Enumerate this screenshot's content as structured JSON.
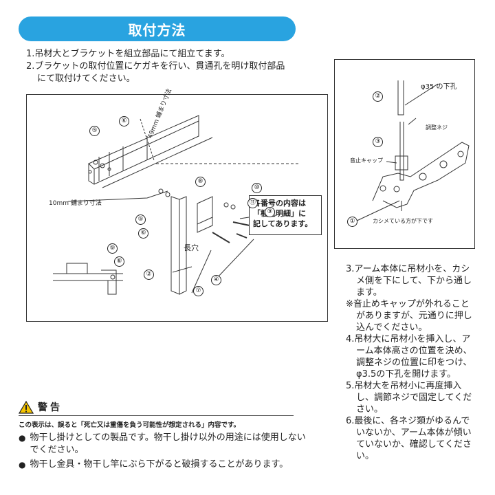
{
  "title": "取付方法",
  "intro": {
    "line1": "1.吊材大とブラケットを組立部品にて組立てます。",
    "line2a": "2.ブラケットの取付位置にケガキを行い、貫通孔を明け取付部品",
    "line2b": "にて取付けてください。"
  },
  "note": {
    "line1": "各番号の内容は",
    "line2": "「梱包明細」に",
    "line3": "記してあります。"
  },
  "left_diagram": {
    "dim_49": "49mm 鋪まり寸法",
    "dim_10": "10mm 鋪まり寸法",
    "slot_label": "長穴",
    "nums": [
      "⑤",
      "⑥",
      "⑧",
      "⑩",
      "⑪",
      "⑨",
      "⑤",
      "⑥",
      "②",
      "⑦",
      "④",
      "⑨",
      "⑧"
    ]
  },
  "right_diagram": {
    "hole_label": "φ35 の下孔",
    "screw_label": "調整ネジ",
    "cap_label": "音止キャップ",
    "bottom_label": "カシメている方が下です",
    "nums": [
      "②",
      "③",
      "①"
    ]
  },
  "steps_right": [
    "3.アーム本体に吊材小を、カシメ側を下にして、下から通します。",
    "※音止めキャップが外れることがありますが、元通りに押し込んでください。",
    "4.吊材大に吊材小を挿入し、アーム本体高さの位置を決め、調整ネジの位置に印をつけ、φ3.5の下孔を開けます。",
    "5.吊材大を吊材小に再度挿入し、調節ネジで固定してください。",
    "6.最後に、各ネジ類がゆるんでいないか、アーム本体が傾いていないか、確認してください。"
  ],
  "warning": {
    "head": "警告",
    "sub": "この表示は、誤ると「死亡又は重傷を負う可能性が想定される」内容です。",
    "items": [
      "物干し掛けとしての製品です。物干し掛け以外の用途には使用しないでください。",
      "物干し金具・物干し竿にぶら下がると破損することがあります。"
    ]
  },
  "colors": {
    "accent": "#29a3e0",
    "warn": "#f5c400"
  }
}
